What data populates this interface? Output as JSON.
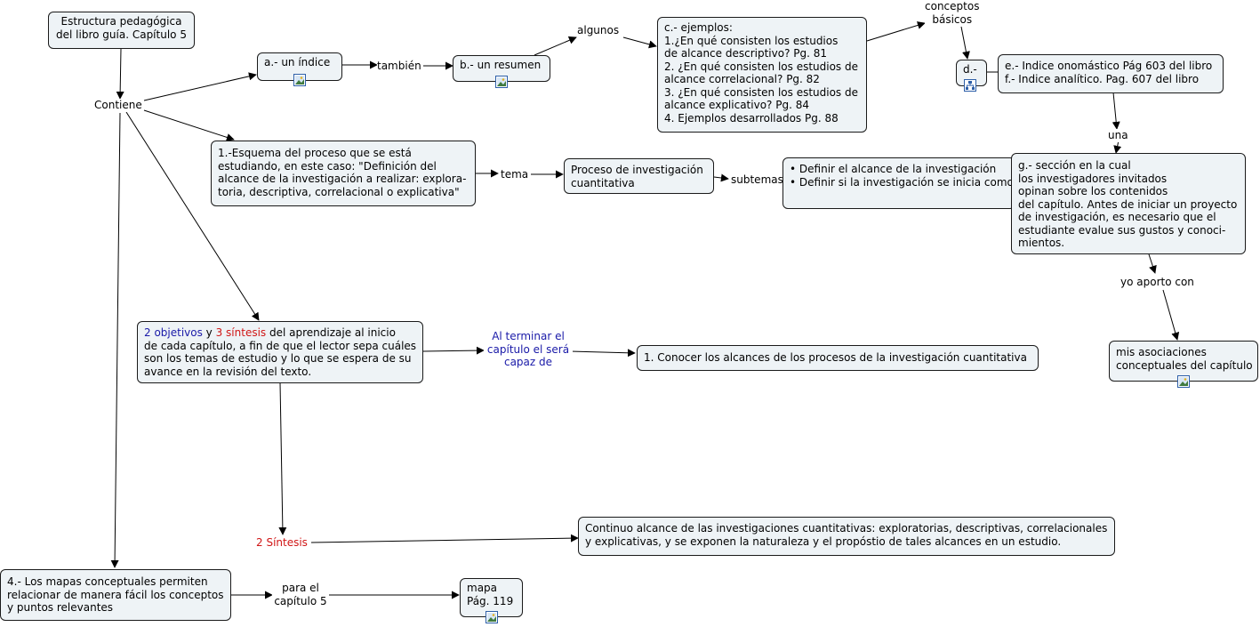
{
  "root": {
    "line1": "Estructura pedagógica",
    "line2": "del libro guía. Capítulo 5"
  },
  "contiene": "Contiene",
  "indice": {
    "label": "a.- un índice"
  },
  "tambien": "también",
  "resumen": {
    "label": "b.- un resumen"
  },
  "algunos": "algunos",
  "ejemplos": {
    "lines": [
      "c.- ejemplos:",
      "1.¿En qué consisten los estudios",
      "de alcance descriptivo? Pg. 81",
      "2. ¿En qué consisten los estudios de",
      "alcance correlacional? Pg. 82",
      "3. ¿En qué consisten los estudios de",
      "alcance explicativo? Pg. 84",
      "4. Ejemplos desarrollados Pg. 88"
    ]
  },
  "conceptos": {
    "line1": "conceptos",
    "line2": "básicos"
  },
  "d_node": {
    "label": "d.-"
  },
  "indices": {
    "line1": "e.- Indice onomástico Pág 603 del libro",
    "line2": "f.- Indice analítico. Pag. 607 del libro"
  },
  "una": "una",
  "esquema": {
    "lines": [
      "1.-Esquema del proceso que se está",
      "estudiando, en este caso: \"Definición del",
      "alcance de la investigación a realizar: explora-",
      "toria, descriptiva, correlacional o explicativa\""
    ]
  },
  "tema": "tema",
  "proceso": {
    "line1": "Proceso de investigación",
    "line2": "cuantitativa"
  },
  "subtemas": "subtemas",
  "subtemas_list": [
    "Definir el alcance de la investigación",
    "Definir si la investigación se inicia como"
  ],
  "seccion": {
    "lines": [
      "g.- sección en la cual",
      "los investigadores invitados",
      "opinan sobre los contenidos",
      "del capítulo. Antes de iniciar un proyecto",
      "de investigación, es necesario que el",
      "estudiante evalue sus gustos y conoci-",
      "mientos."
    ]
  },
  "yo_aporto": "yo aporto con",
  "asociaciones": {
    "line1": "mis asociaciones",
    "line2": "conceptuales del capítulo"
  },
  "objetivos": {
    "objetivos_part": "2 objetivos",
    "y_part": " y ",
    "sintesis_part": "3 síntesis",
    "rest_line1": " del aprendizaje al inicio",
    "line2": "de cada capítulo, a fin de que el lector sepa cuáles",
    "line3": "son los temas de estudio y lo que se espera de su",
    "line4": "avance en la revisión del texto."
  },
  "al_terminar": {
    "line1": "Al terminar el",
    "line2": "capítulo el será",
    "line3": "capaz de"
  },
  "conocer": "1. Conocer los alcances de los procesos de la investigación cuantitativa",
  "dos_sintesis": "2 Síntesis",
  "continuo": {
    "line1": "Continuo alcance de las investigaciones cuantitativas: exploratorias, descriptivas, correlacionales",
    "line2": "y explicativas, y se exponen la naturaleza y el propóstio de tales alcances en un estudio."
  },
  "mapas": {
    "line1": "4.- Los mapas conceptuales permiten",
    "line2": "relacionar de manera fácil los conceptos",
    "line3": "y puntos relevantes"
  },
  "para_el": {
    "line1": "para el",
    "line2": "capítulo 5"
  },
  "mapa": {
    "line1": "mapa",
    "line2": "Pág. 119"
  },
  "icons": [
    "image-icon",
    "concept-map-icon"
  ],
  "colors": {
    "node_fill": "#eef3f6",
    "border": "#1a1a1a",
    "link_blue": "#1a1aa8",
    "accent_red": "#d01616"
  }
}
